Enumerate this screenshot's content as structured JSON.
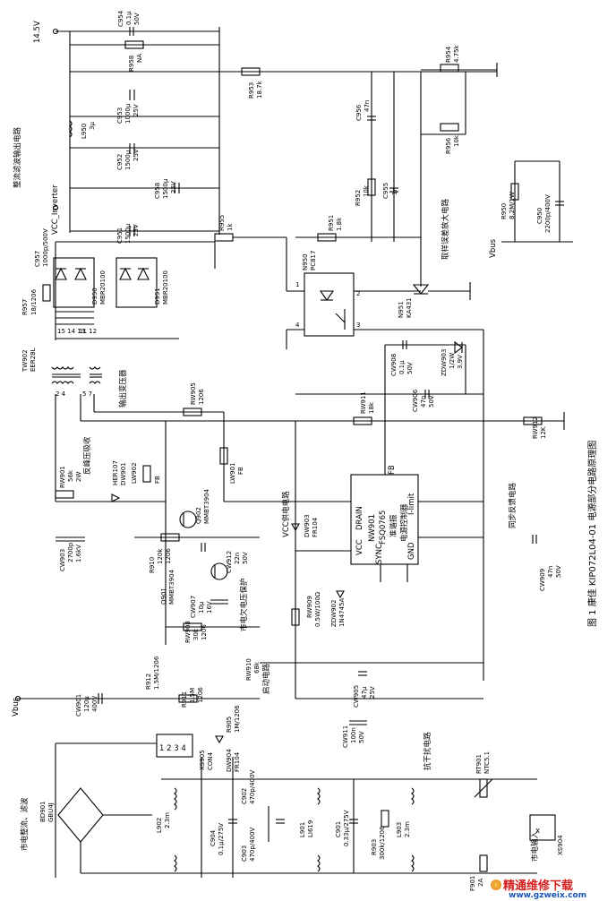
{
  "title": "图 1  康佳 KIP072L04-01 电源部分电路原理图",
  "rails": {
    "v145": "14.5V",
    "vcc_inverter": "VCC_Inverter",
    "vbus_top": "Vbus",
    "vbus_bottom": "Vbus"
  },
  "blocks": {
    "rectify_filter": "整流滤波输出电路",
    "error_amp": "取样误差放大电路",
    "output_transformer": "输出变压器",
    "flyback_absorb": "反峰压吸收",
    "vcc_supply": "VCC供电电路",
    "undervolt": "市电欠电压保护",
    "start": "启动电路",
    "sync_fb": "同步反馈电路",
    "mains_rect": "市电整流、滤波",
    "anti_interf": "抗干扰电路",
    "mains_in": "市电输入"
  },
  "components": {
    "c954": [
      "C954",
      "0.1μ",
      "50V"
    ],
    "r958": [
      "R958",
      "NA"
    ],
    "r953": [
      "R953",
      "18.7k"
    ],
    "c953": [
      "C953",
      "1000μ",
      "25V"
    ],
    "l950": [
      "L950",
      "3μ"
    ],
    "c952": [
      "C952",
      "1500μ",
      "25V"
    ],
    "c958": [
      "C958",
      "1500μ",
      "25V"
    ],
    "c951": [
      "C951",
      "1500μ",
      "25V"
    ],
    "r955": [
      "R955",
      "1k"
    ],
    "c957": [
      "C957",
      "1000p/500V"
    ],
    "r957": [
      "R957",
      "18/1206"
    ],
    "d950": [
      "D950",
      "MBR20100"
    ],
    "d951": [
      "D951",
      "MBR20100"
    ],
    "c956": [
      "C956",
      "47n"
    ],
    "r952": [
      "R952",
      "10k"
    ],
    "c955": [
      "C955",
      "1n"
    ],
    "r951": [
      "R951",
      "1.8k"
    ],
    "n950": [
      "N950",
      "PC817"
    ],
    "r954": [
      "R954",
      "4.75k"
    ],
    "r956": [
      "R956",
      "10k"
    ],
    "n951": [
      "N951",
      "KA431"
    ],
    "r950": [
      "R950",
      "8.2M/1W"
    ],
    "c950": [
      "C950",
      "2200p/400V"
    ],
    "tw902": [
      "TW902",
      "EER28L"
    ],
    "r905": [
      "RW905",
      "1206"
    ],
    "c908": [
      "CW908",
      "0.1μ",
      "50V"
    ],
    "c906": [
      "CW906",
      "47n",
      "50V"
    ],
    "dw903": [
      "ZDW903",
      "1/2W",
      "3.9V"
    ],
    "r911": [
      "RW911",
      "18k"
    ],
    "r912": [
      "RW912",
      "12K"
    ],
    "rw901": [
      "RW901",
      "56k",
      "2W"
    ],
    "hr107": [
      "HER107",
      "DW901"
    ],
    "lw902": [
      "LW902",
      "FB"
    ],
    "lw901": [
      "LW901",
      "FB"
    ],
    "q902": [
      "Q902",
      "MMBT3904"
    ],
    "cw903": [
      "CW903",
      "2700p",
      "1.6kV"
    ],
    "r910": [
      "R910",
      "120k",
      "1206"
    ],
    "q901": [
      "Q901",
      "MMBT3904"
    ],
    "cw912": [
      "CW912",
      "22n",
      "50V"
    ],
    "dw903b": [
      "DW903",
      "FR104"
    ],
    "nw901": [
      "NW901",
      "FSQ0765",
      "准谐振",
      "电源控制器"
    ],
    "cw909": [
      "CW909",
      "47n",
      "50V"
    ],
    "cw907": [
      "CW907",
      "10μ",
      "16V"
    ],
    "rw909": [
      "RW909",
      "0.5W/100Ω"
    ],
    "zdw902": [
      "ZDW902",
      "1N4745A"
    ],
    "rw908": [
      "RW908",
      "30k",
      "1206"
    ],
    "r912b": [
      "R912",
      "1.5M/1206"
    ],
    "r911b": [
      "R911",
      "1.5M",
      "1206"
    ],
    "rw910": [
      "RW910",
      "68k"
    ],
    "cw905": [
      "CW905",
      "47μ",
      "25V"
    ],
    "cw901": [
      "CW901",
      "120μ",
      "400V"
    ],
    "cw911": [
      "CW911",
      "100n",
      "50V"
    ],
    "r905b": [
      "R905",
      "1M/1206"
    ],
    "dw904": [
      "DW904",
      "FR104"
    ],
    "xs905": [
      "XS905",
      "CON4"
    ],
    "bd901": [
      "BD901",
      "GBU4J"
    ],
    "l902": [
      "L902",
      "2.3m"
    ],
    "c904": [
      "C904",
      "0.1μ/275V"
    ],
    "c902": [
      "C902",
      "470p/400V"
    ],
    "c903": [
      "C903",
      "470p/400V"
    ],
    "l901": [
      "L901",
      "LI619"
    ],
    "c901": [
      "C901",
      "0.33μ/275V"
    ],
    "r903": [
      "R903",
      "300k/1206"
    ],
    "l903": [
      "L903",
      "2.3m"
    ],
    "rt901": [
      "RT901",
      "NTC5.1"
    ],
    "xs904": [
      "XS904"
    ],
    "f901": [
      "F901",
      "2A"
    ]
  },
  "chip_pins": {
    "drain": "DRAIN",
    "vcc": "VCC",
    "sync": "SYNC",
    "gnd": "GND",
    "fb": "FB",
    "ilimit": "I-limit"
  },
  "watermark": {
    "name": "精通维修下载",
    "url": "www.gzweix.com"
  }
}
